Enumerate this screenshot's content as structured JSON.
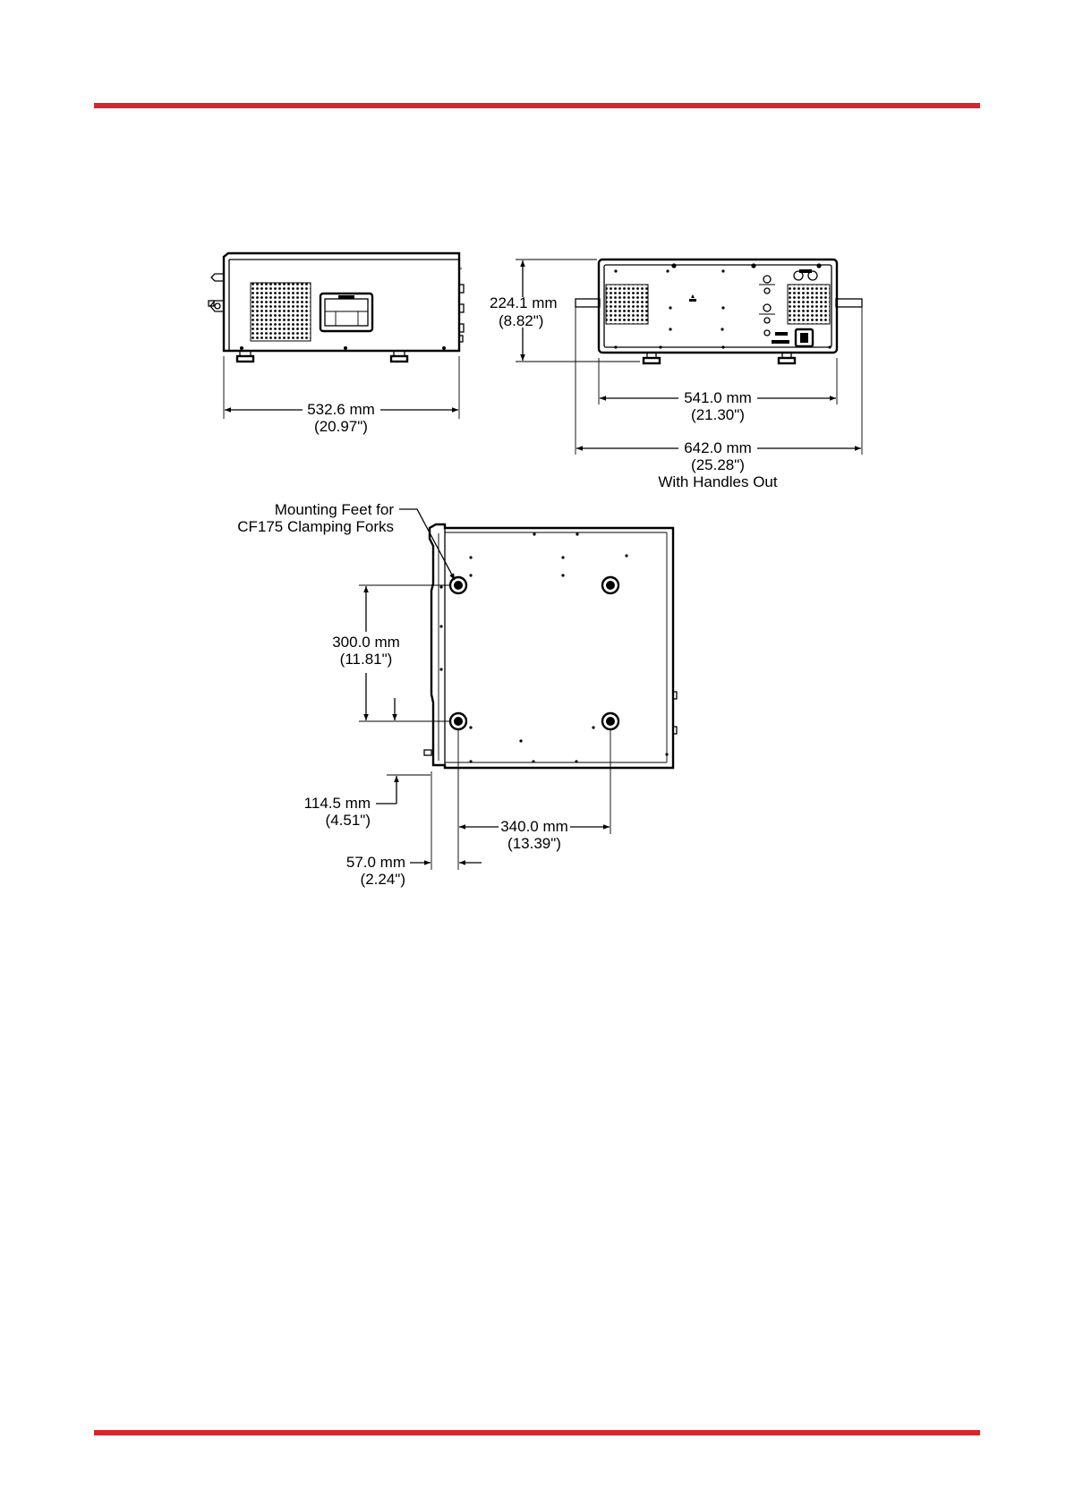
{
  "colors": {
    "accent_rule": "#d7262e",
    "ink": "#000000"
  },
  "side_view": {
    "width_dim": {
      "metric": "532.6 mm",
      "imperial": "(20.97\")"
    }
  },
  "front_view": {
    "height_dim": {
      "metric": "224.1 mm",
      "imperial": "(8.82\")"
    },
    "width_dim": {
      "metric": "541.0 mm",
      "imperial": "(21.30\")"
    },
    "handles_dim": {
      "metric": "642.0 mm",
      "imperial": "(25.28\")",
      "note": "With Handles Out"
    }
  },
  "bottom_view": {
    "feet_label": {
      "line1": "Mounting Feet for",
      "line2": "CF175 Clamping Forks"
    },
    "feet_spacing_y": {
      "metric": "300.0 mm",
      "imperial": "(11.81\")"
    },
    "feet_offset_y": {
      "metric": "114.5 mm",
      "imperial": "(4.51\")"
    },
    "feet_spacing_x": {
      "metric": "340.0 mm",
      "imperial": "(13.39\")"
    },
    "feet_offset_x": {
      "metric": "57.0 mm",
      "imperial": "(2.24\")"
    }
  }
}
